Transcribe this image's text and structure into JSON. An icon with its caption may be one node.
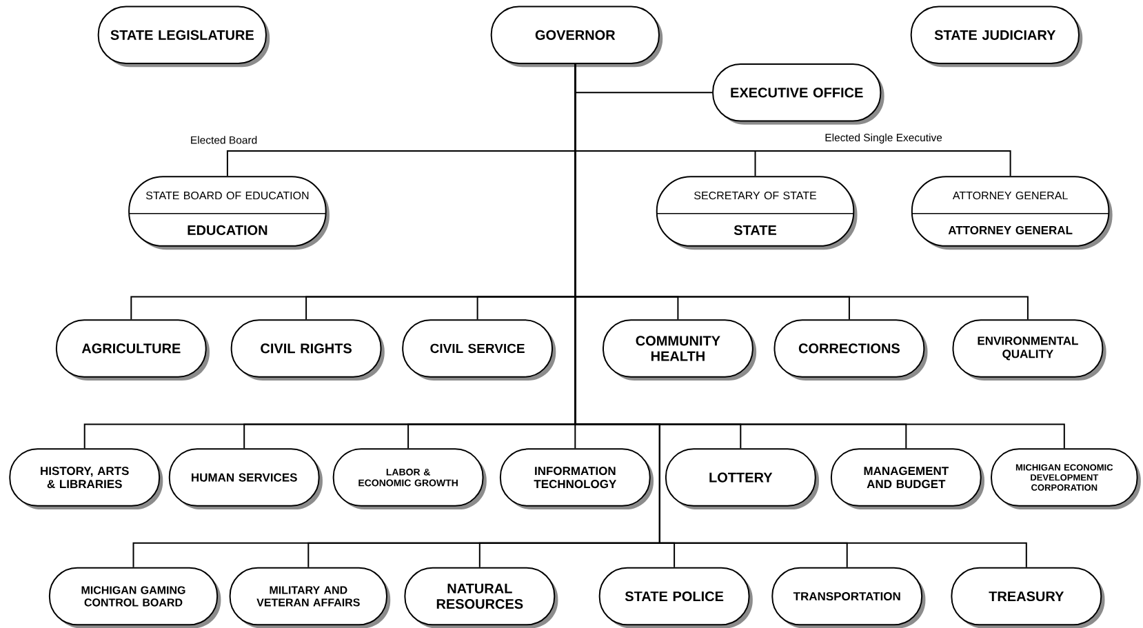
{
  "diagram": {
    "nodes": [
      {
        "text": [
          "STATE LEGISLATURE"
        ]
      },
      {
        "text": [
          "GOVERNOR"
        ]
      },
      {
        "text": [
          "STATE JUDICIARY"
        ]
      },
      {
        "text": [
          "EXECUTIVE OFFICE"
        ]
      },
      {
        "text": [
          "STATE BOARD OF EDUCATION",
          "EDUCATION"
        ]
      },
      {
        "text": [
          "SECRETARY OF STATE",
          "STATE"
        ]
      },
      {
        "text": [
          "ATTORNEY GENERAL",
          "ATTORNEY GENERAL"
        ]
      },
      {
        "text": [
          "AGRICULTURE"
        ]
      },
      {
        "text": [
          "CIVIL RIGHTS"
        ]
      },
      {
        "text": [
          "CIVIL SERVICE"
        ]
      },
      {
        "text": [
          "COMMUNITY HEALTH"
        ]
      },
      {
        "text": [
          "CORRECTIONS"
        ]
      },
      {
        "text": [
          "ENVIRONMENTAL QUALITY"
        ]
      },
      {
        "text": [
          "HISTORY, ARTS & LIBRARIES"
        ]
      },
      {
        "text": [
          "HUMAN SERVICES"
        ]
      },
      {
        "text": [
          "LABOR & ECONOMIC GROWTH"
        ]
      },
      {
        "text": [
          "INFORMATION TECHNOLOGY"
        ]
      },
      {
        "text": [
          "LOTTERY"
        ]
      },
      {
        "text": [
          "MANAGEMENT AND BUDGET"
        ]
      },
      {
        "text": [
          "MICHIGAN ECONOMIC DEVELOPMENT CORPORATION"
        ]
      },
      {
        "text": [
          "MICHIGAN GAMING CONTROL BOARD"
        ]
      },
      {
        "text": [
          "MILITARY AND VETERAN AFFAIRS"
        ]
      },
      {
        "text": [
          "NATURAL RESOURCES"
        ]
      },
      {
        "text": [
          "STATE POLICE"
        ]
      },
      {
        "text": [
          "TRANSPORTATION"
        ]
      },
      {
        "text": [
          "TREASURY"
        ]
      }
    ],
    "edges": [
      {
        "from": 1,
        "to": 3,
        "arrow": "none"
      },
      {
        "from": 1,
        "to": 4,
        "arrow": "none"
      },
      {
        "from": 1,
        "to": 5,
        "arrow": "none"
      },
      {
        "from": 1,
        "to": 6,
        "arrow": "none"
      },
      {
        "from": 1,
        "to": 7,
        "arrow": "none"
      },
      {
        "from": 1,
        "to": 8,
        "arrow": "none"
      },
      {
        "from": 1,
        "to": 9,
        "arrow": "none"
      },
      {
        "from": 1,
        "to": 10,
        "arrow": "none"
      },
      {
        "from": 1,
        "to": 11,
        "arrow": "none"
      },
      {
        "from": 1,
        "to": 12,
        "arrow": "none"
      },
      {
        "from": 1,
        "to": 13,
        "arrow": "none"
      },
      {
        "from": 1,
        "to": 14,
        "arrow": "none"
      },
      {
        "from": 1,
        "to": 15,
        "arrow": "none"
      },
      {
        "from": 1,
        "to": 16,
        "arrow": "none"
      },
      {
        "from": 1,
        "to": 17,
        "arrow": "none"
      },
      {
        "from": 1,
        "to": 18,
        "arrow": "none"
      },
      {
        "from": 1,
        "to": 19,
        "arrow": "none"
      },
      {
        "from": 1,
        "to": 20,
        "arrow": "none"
      },
      {
        "from": 1,
        "to": 21,
        "arrow": "none"
      },
      {
        "from": 1,
        "to": 22,
        "arrow": "none"
      },
      {
        "from": 1,
        "to": 23,
        "arrow": "none"
      },
      {
        "from": 1,
        "to": 24,
        "arrow": "none"
      },
      {
        "from": 1,
        "to": 25,
        "arrow": "none"
      }
    ],
    "labels": [
      "Elected Board",
      "Elected Single Executive"
    ]
  }
}
